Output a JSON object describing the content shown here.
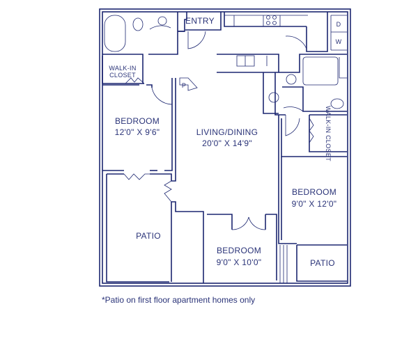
{
  "colors": {
    "ink": "#1c2670"
  },
  "labels": {
    "entry": "ENTRY",
    "walk_in_closet_left_1": "WALK-IN",
    "walk_in_closet_left_2": "CLOSET",
    "walk_in_closet_right": "WALK-IN CLOSET",
    "pantry": "P",
    "dryer": "D",
    "washer": "W"
  },
  "rooms": [
    {
      "name": "BEDROOM",
      "size": "12'0\" X 9'6\""
    },
    {
      "name": "LIVING/DINING",
      "size": "20'0\" X 14'9\""
    },
    {
      "name": "BEDROOM",
      "size": "9'0\" X 12'0\""
    },
    {
      "name": "BEDROOM",
      "size": "9'0\" X 10'0\""
    },
    {
      "name": "PATIO"
    },
    {
      "name": "PATIO"
    }
  ],
  "footnote": "*Patio on first floor apartment homes only"
}
